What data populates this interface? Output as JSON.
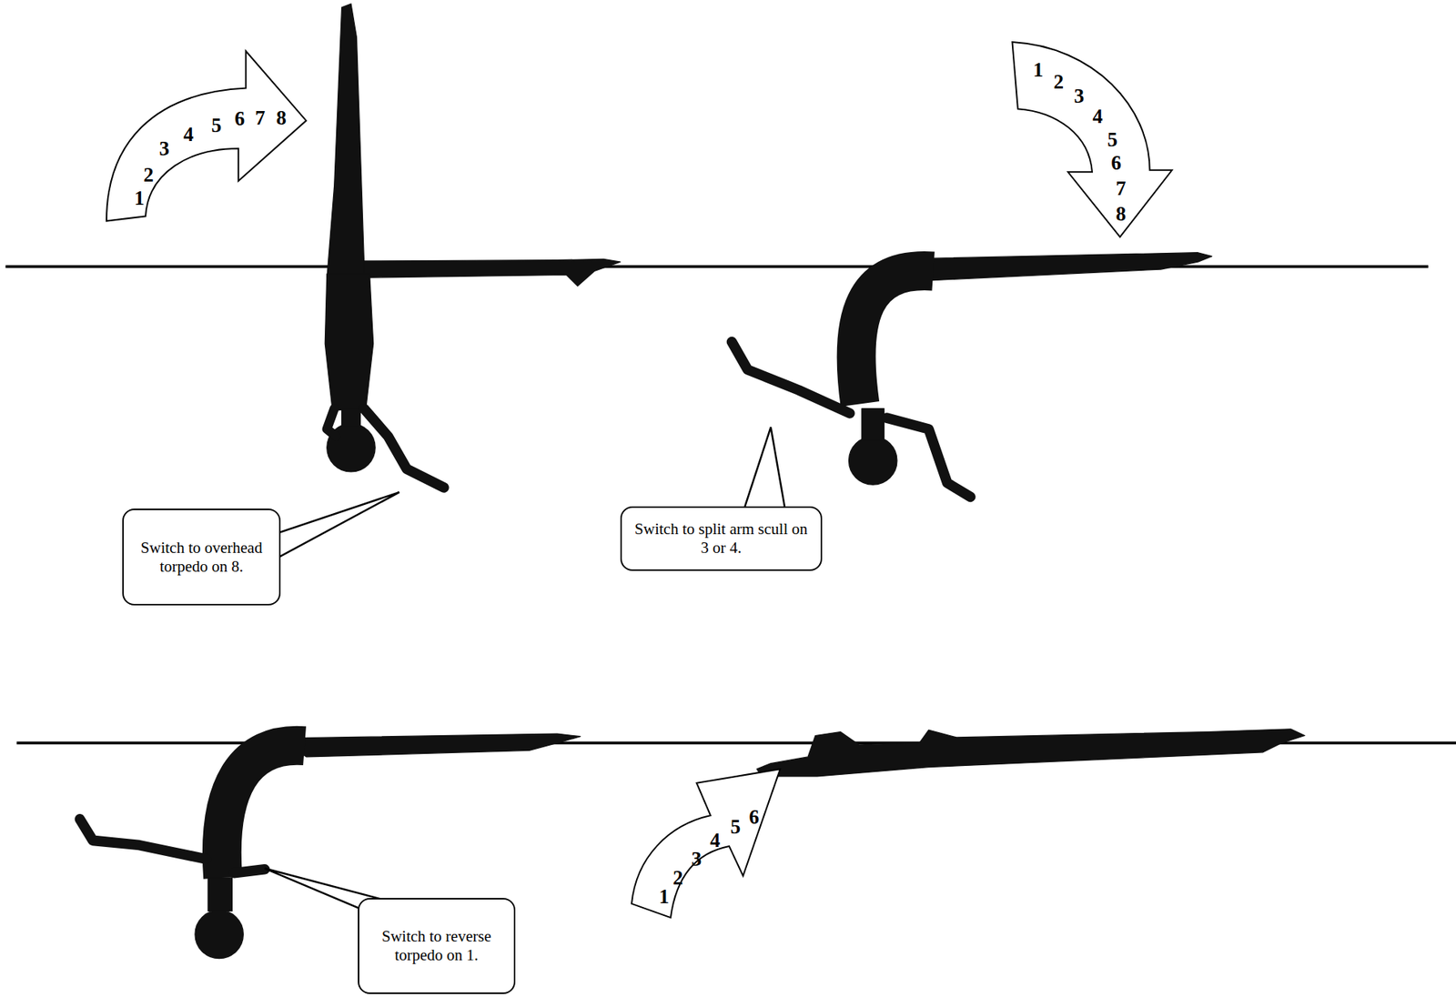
{
  "diagram": {
    "nodes": [
      {
        "text": [
          "1",
          "2",
          "3",
          "4",
          "5",
          "6",
          "7",
          "8"
        ]
      },
      {
        "text": [
          "1",
          "2",
          "3",
          "4",
          "5",
          "6",
          "7",
          "8"
        ]
      },
      {
        "text": [
          "Switch to overhead torpedo on 8."
        ]
      },
      {
        "text": [
          "Switch to split arm scull on 3 or 4."
        ]
      },
      {
        "text": [
          "Switch to reverse torpedo on 1."
        ]
      },
      {
        "text": [
          "1",
          "2",
          "3",
          "4",
          "5",
          "6"
        ]
      }
    ]
  }
}
